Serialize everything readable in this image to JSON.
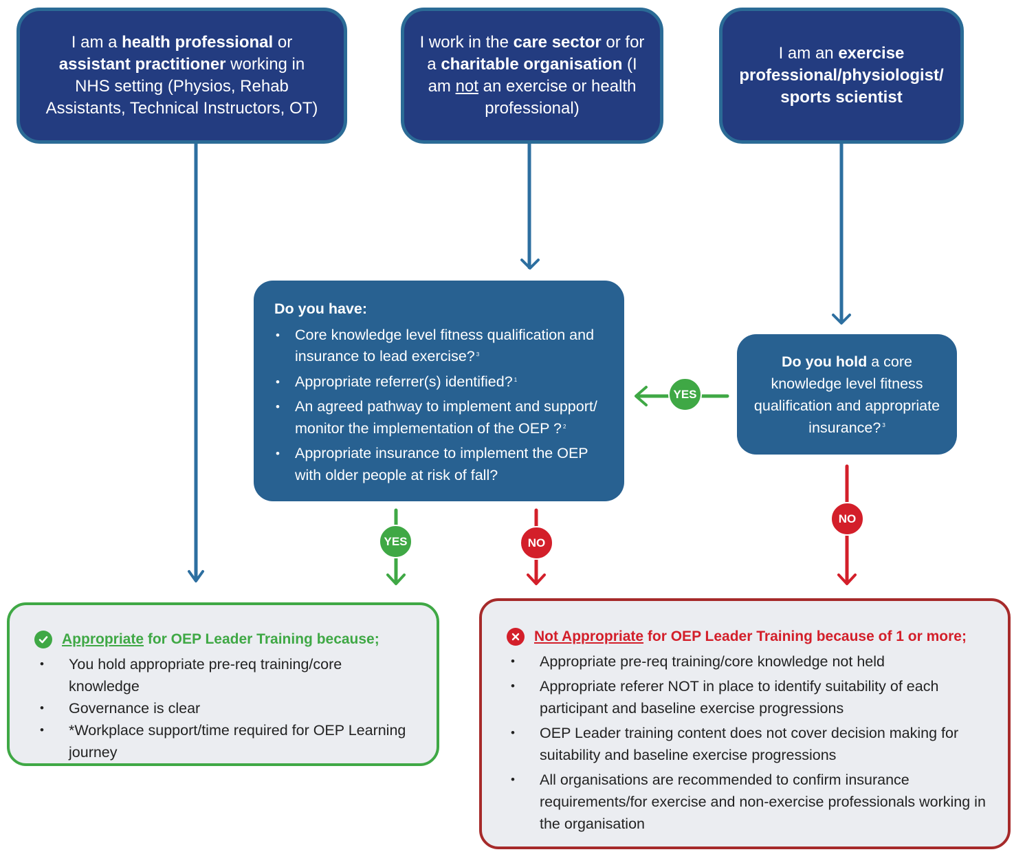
{
  "start_nodes": {
    "health": {
      "t1": "I am a ",
      "b1": "health professional",
      "t2": " or ",
      "b2": "assistant practitioner",
      "t3": " working in NHS setting (Physios, Rehab Assistants, Technical Instructors, OT)"
    },
    "care": {
      "t1": "I work in the ",
      "b1": "care sector",
      "t2": " or for a ",
      "b2": "charitable organisation",
      "t3": " (I am ",
      "u1": "not",
      "t4": " an exercise or health professional)"
    },
    "exercise": {
      "t1": "I am an ",
      "b1": "exercise professional/physiologist/ sports scientist"
    }
  },
  "question_have": {
    "title": "Do you have:",
    "items": [
      {
        "text": "Core knowledge level fitness qualification and insurance to lead exercise?",
        "note": "3"
      },
      {
        "text": "Appropriate referrer(s) identified?",
        "note": "1"
      },
      {
        "text": "An agreed pathway to implement and support/ monitor the implementation of the OEP ?",
        "note": "2"
      },
      {
        "text": "Appropriate insurance to implement the OEP with older people at risk of fall?",
        "note": ""
      }
    ]
  },
  "question_hold": {
    "bold": "Do you hold",
    "text": " a core knowledge level fitness qualification and appropriate insurance?",
    "note": "3"
  },
  "connectors": {
    "yes": "YES",
    "no": "NO"
  },
  "outcome_appropriate": {
    "title_underlined": "Appropriate",
    "title_rest": " for OEP Leader Training because;",
    "items": [
      "You hold appropriate pre-req training/core knowledge",
      "Governance is clear",
      "*Workplace support/time required for OEP Learning journey"
    ]
  },
  "outcome_not_appropriate": {
    "title_underlined": "Not Appropriate",
    "title_rest": " for OEP Leader Training because of 1 or more;",
    "items": [
      "Appropriate pre-req training/core knowledge not held",
      "Appropriate referer NOT in place to identify suitability of each participant and baseline exercise progressions",
      "OEP Leader training content does not cover decision making for suitability and baseline exercise progressions",
      "All organisations are recommended to confirm insurance requirements/for exercise and non-exercise professionals working in the organisation"
    ]
  },
  "colors": {
    "start_fill": "#233c80",
    "start_border": "#2b6b96",
    "question_fill": "#286191",
    "yes": "#3fa845",
    "no": "#d31f2a",
    "outcome_bg": "#ebedf1",
    "blue_line": "#2d6fa0"
  }
}
